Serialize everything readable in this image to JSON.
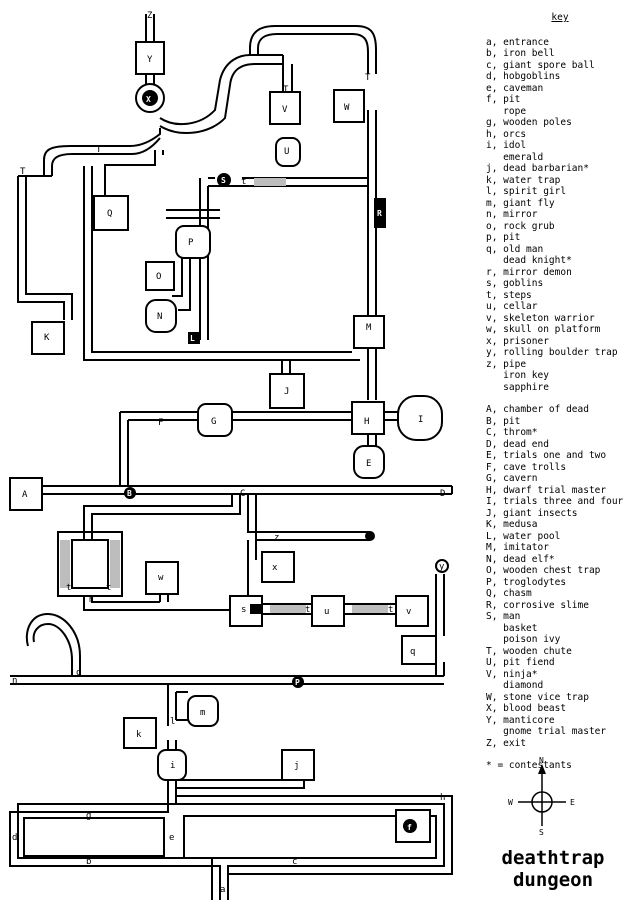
{
  "map": {
    "title_line1": "deathtrap",
    "title_line2": "dungeon",
    "compass": {
      "n": "N",
      "s": "S",
      "e": "E",
      "w": "W"
    },
    "upper_key_heading": "key",
    "footnote": "* = contestants",
    "lowercase_key": [
      "a, entrance",
      "b, iron bell",
      "c, giant spore ball",
      "d, hobgoblins",
      "e, caveman",
      "f, pit",
      "   rope",
      "g, wooden poles",
      "h, orcs",
      "i, idol",
      "   emerald",
      "j, dead barbarian*",
      "k, water trap",
      "l, spirit girl",
      "m, giant fly",
      "n, mirror",
      "o, rock grub",
      "p, pit",
      "q, old man",
      "   dead knight*",
      "r, mirror demon",
      "s, goblins",
      "t, steps",
      "u, cellar",
      "v, skeleton warrior",
      "w, skull on platform",
      "x, prisoner",
      "y, rolling boulder trap",
      "z, pipe",
      "   iron key",
      "   sapphire"
    ],
    "uppercase_key": [
      "A, chamber of dead",
      "B, pit",
      "C, throm*",
      "D, dead end",
      "E, trials one and two",
      "F, cave trolls",
      "G, cavern",
      "H, dwarf trial master",
      "I, trials three and four",
      "J, giant insects",
      "K, medusa",
      "L, water pool",
      "M, imitator",
      "N, dead elf*",
      "O, wooden chest trap",
      "P, troglodytes",
      "Q, chasm",
      "R, corrosive slime",
      "S, man",
      "   basket",
      "   poison ivy",
      "T, wooden chute",
      "U, pit fiend",
      "V, ninja*",
      "   diamond",
      "W, stone vice trap",
      "X, blood beast",
      "Y, manticore",
      "   gnome trial master",
      "Z, exit"
    ],
    "labels": {
      "Z": "Z",
      "Y": "Y",
      "X": "X",
      "T": "T",
      "V": "V",
      "W": "W",
      "U": "U",
      "S": "S",
      "R": "R",
      "Q": "Q",
      "P": "P",
      "O": "O",
      "N": "N",
      "L": "L",
      "M": "M",
      "K": "K",
      "J": "J",
      "F": "F",
      "G": "G",
      "H": "H",
      "I": "I",
      "E": "E",
      "A": "A",
      "B": "B",
      "C": "C",
      "D": "D",
      "a": "a",
      "b": "b",
      "c": "c",
      "d": "d",
      "e": "e",
      "f": "f",
      "g": "g",
      "h": "h",
      "i": "i",
      "j": "j",
      "k": "k",
      "l": "l",
      "m": "m",
      "n": "n",
      "o": "o",
      "p": "p",
      "q": "q",
      "r": "r",
      "s": "s",
      "t": "t",
      "u": "u",
      "v": "v",
      "w": "w",
      "x": "x",
      "y": "y",
      "z": "z"
    }
  }
}
